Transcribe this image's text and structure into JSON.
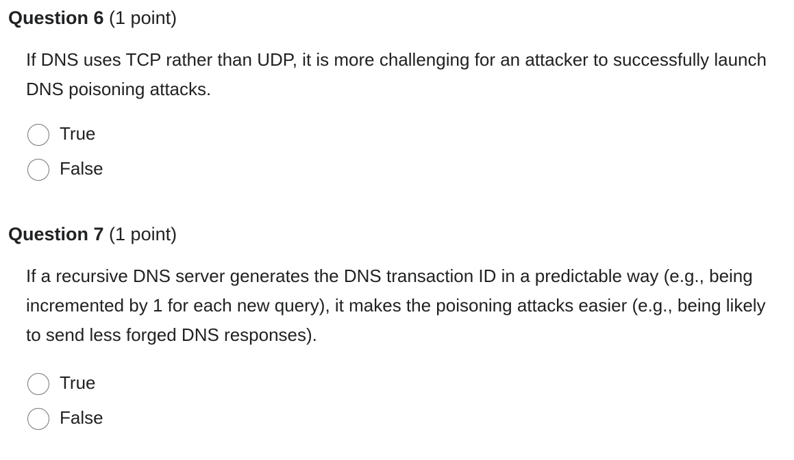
{
  "questions": [
    {
      "title": "Question 6",
      "points": "(1 point)",
      "text": "If DNS uses TCP rather than UDP, it is more challenging for an attacker to successfully launch DNS poisoning attacks.",
      "options": [
        {
          "label": "True",
          "selected": false
        },
        {
          "label": "False",
          "selected": false
        }
      ]
    },
    {
      "title": "Question 7",
      "points": "(1 point)",
      "text": "If a recursive DNS server generates the DNS transaction ID in a predictable way (e.g., being incremented by 1 for each new query), it makes the poisoning attacks easier (e.g., being likely to send less forged DNS responses).",
      "options": [
        {
          "label": "True",
          "selected": false
        },
        {
          "label": "False",
          "selected": false
        }
      ]
    }
  ],
  "colors": {
    "text": "#202122",
    "radio_border": "#6f7378"
  }
}
